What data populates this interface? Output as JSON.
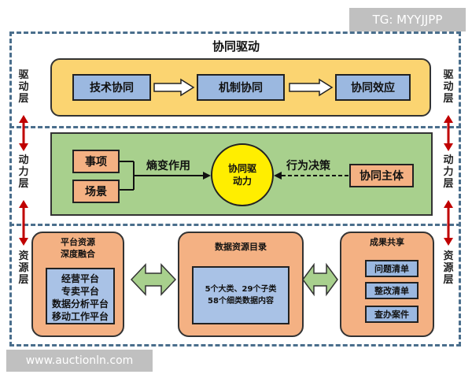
{
  "watermarks": {
    "top": "TG: MYYJJPP",
    "bottom": "www.auctionln.com"
  },
  "diagram": {
    "title": "协同驱动",
    "side_labels": {
      "drive": "驱动层",
      "power": "动力层",
      "resource": "资源层"
    },
    "drive_layer": {
      "boxes": [
        "技术协同",
        "机制协同",
        "协同效应"
      ]
    },
    "power_layer": {
      "left_boxes": [
        "事项",
        "场景"
      ],
      "left_label": "熵变作用",
      "center_line1": "协同驱",
      "center_line2": "动力",
      "right_label": "行为决策",
      "right_box": "协同主体"
    },
    "resource_layer": {
      "left_panel": {
        "title_line1": "平台资源",
        "title_line2": "深度融合",
        "items": [
          "经营平台",
          "专卖平台",
          "数据分析平台",
          "移动工作平台"
        ]
      },
      "middle_panel": {
        "title": "数据资源目录",
        "line1": "5个大类、29个子类",
        "line2": "58个细类数据内容"
      },
      "right_panel": {
        "title": "成果共享",
        "items": [
          "问题清单",
          "整改清单",
          "查办案件"
        ]
      }
    },
    "colors": {
      "frame": "#4a6e8c",
      "drive_band": "#fbd471",
      "power_band": "#a8d08d",
      "resource_panel": "#f4b183",
      "blue_box": "#9bb8e0",
      "center_circle": "#ffee00",
      "double_arrow": "#a8d08d",
      "side_arrow": "#c00000"
    }
  }
}
